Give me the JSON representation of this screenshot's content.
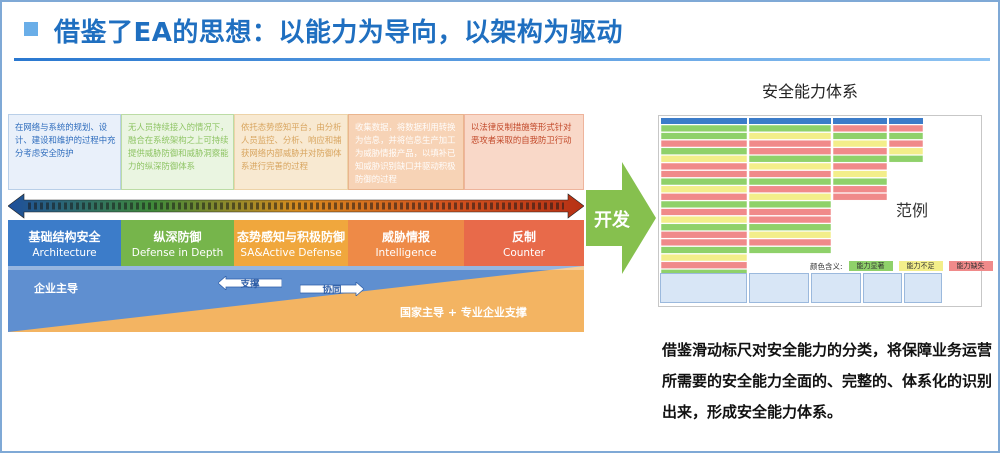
{
  "title": "借鉴了EA的思想：以能力为导向，以架构为驱动",
  "diagram": {
    "descriptions": [
      "在网络与系统的规划、设计、建设和维护的过程中充分考虑安全防护",
      "无人员持续接入的情况下，融合在系统架构之上可持续提供威胁防御和威胁洞察能力的纵深防御体系",
      "依托态势感知平台，由分析人员监控、分析、响应和捕获网络内部威胁并对防御体系进行完善的过程",
      "收集数据，将数据利用转换为信息，并将信息生产加工为威胁情报产品，以填补已知威胁识别缺口并驱动积极防御的过程",
      "以法律反制措施等形式针对恶攻者采取的自我防卫行动"
    ],
    "categories": [
      {
        "zh": "基础结构安全",
        "en": "Architecture"
      },
      {
        "zh": "纵深防御",
        "en": "Defense in Depth"
      },
      {
        "zh": "态势感知与积极防御",
        "en": "SA&Active Defense"
      },
      {
        "zh": "威胁情报",
        "en": "Intelligence"
      },
      {
        "zh": "反制",
        "en": "Counter"
      }
    ],
    "enterprise_label": "企业主导",
    "national_label": "国家主导 + 专业企业支撑",
    "support_label": "支撑",
    "feedback_label": "协同"
  },
  "arrow_label": "开发",
  "right": {
    "title": "安全能力体系",
    "example_label": "范例",
    "legend_title": "颜色含义:",
    "legend": [
      {
        "label": "能力显著",
        "color": "#8fd16a"
      },
      {
        "label": "能力不足",
        "color": "#f3ee8a"
      },
      {
        "label": "能力缺失",
        "color": "#f08a8a"
      }
    ]
  },
  "summary": "借鉴滑动标尺对安全能力的分类，将保障业务运营所需要的安全能力全面的、完整的、体系化的识别出来，形成安全能力体系。",
  "colors": {
    "title": "#1f6fc0",
    "arch": "#3c7cc9",
    "depth": "#76b54b",
    "sa": "#f0a73d",
    "intel": "#ee8a47",
    "counter": "#e86a4a",
    "green_arrow": "#86c04e"
  }
}
